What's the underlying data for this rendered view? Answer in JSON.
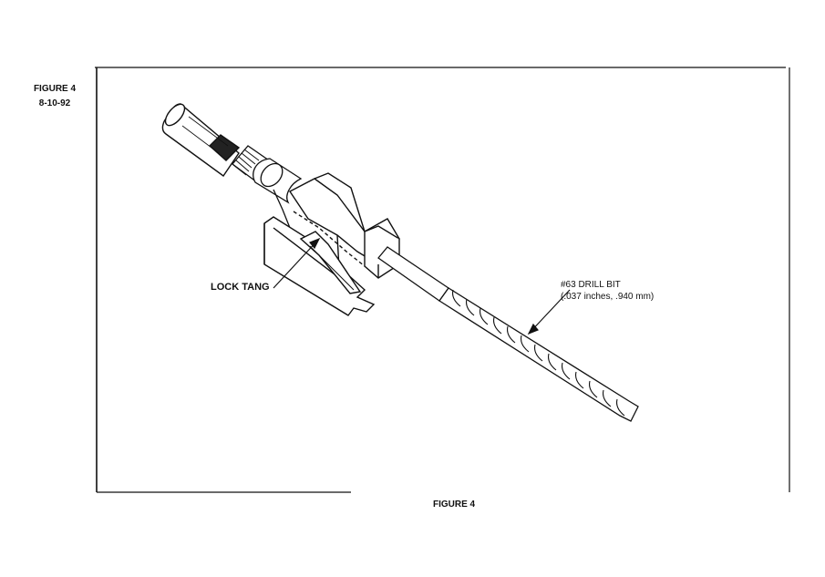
{
  "figure_id": {
    "line1": "FIGURE 4",
    "line2": "8-10-92"
  },
  "labels": {
    "lock_tang": "LOCK TANG",
    "drill_bit_line1": "#63 DRILL BIT",
    "drill_bit_line2": "(.037 inches, .940 mm)"
  },
  "caption": "FIGURE 4"
}
